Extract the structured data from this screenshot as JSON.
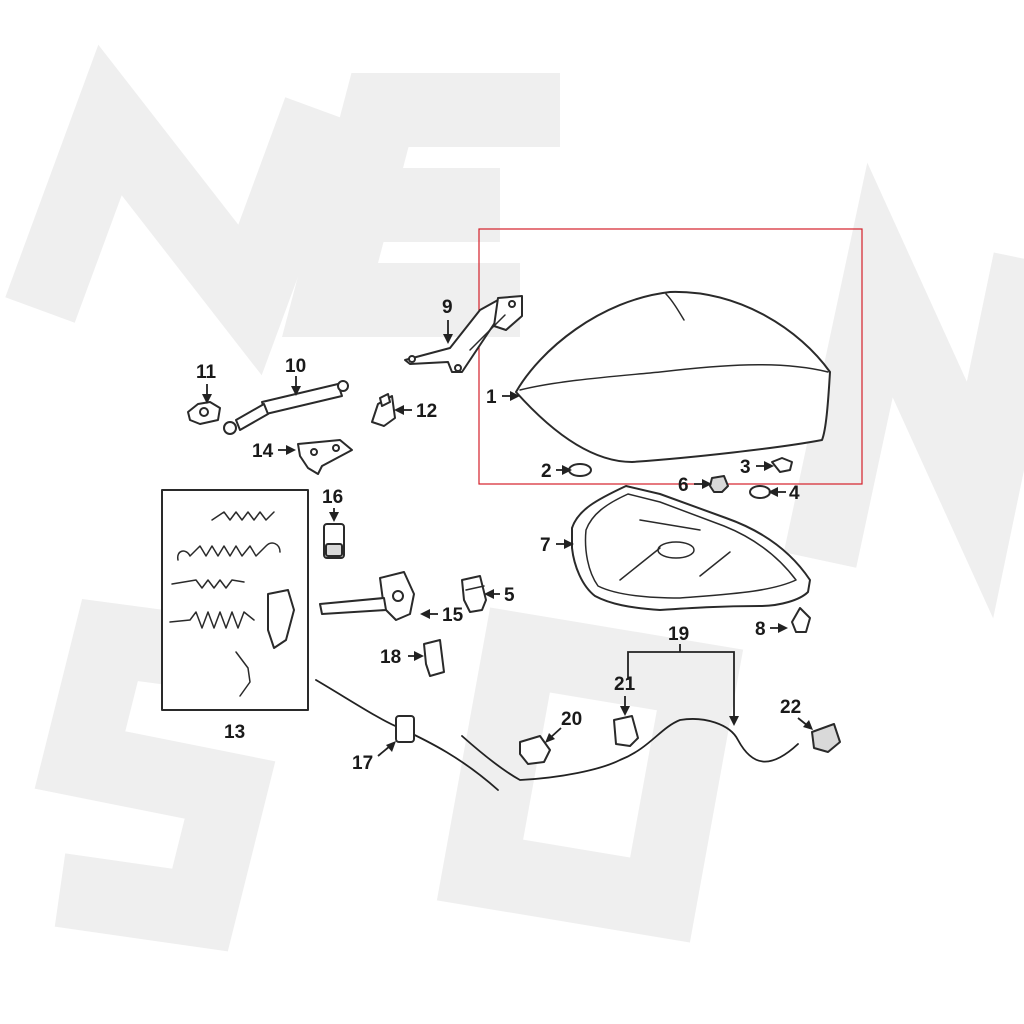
{
  "highlight_color": "#d4202a",
  "watermark_letters": [
    "N",
    "E",
    "S",
    "O",
    "N"
  ],
  "callouts": {
    "c1": "1",
    "c2": "2",
    "c3": "3",
    "c4": "4",
    "c5": "5",
    "c6": "6",
    "c7": "7",
    "c8": "8",
    "c9": "9",
    "c10": "10",
    "c11": "11",
    "c12": "12",
    "c13": "13",
    "c14": "14",
    "c15": "15",
    "c16": "16",
    "c17": "17",
    "c18": "18",
    "c19": "19",
    "c20": "20",
    "c21": "21",
    "c22": "22"
  }
}
